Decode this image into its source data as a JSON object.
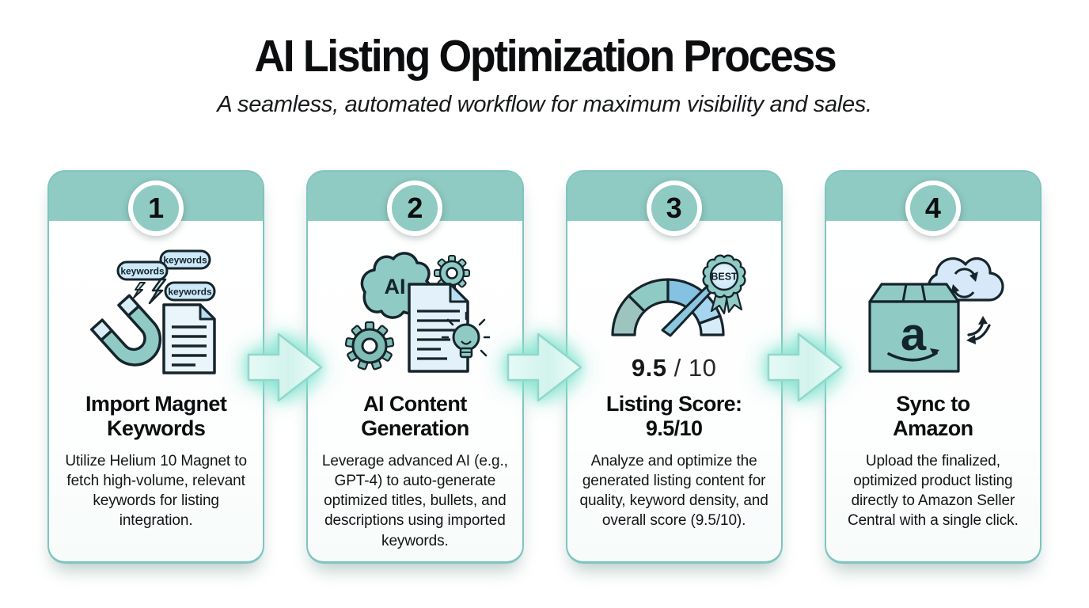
{
  "header": {
    "title": "AI Listing Optimization Process",
    "subtitle": "A seamless, automated workflow for maximum visibility and sales."
  },
  "colors": {
    "accent_teal": "#8FCAC3",
    "card_border_teal": "#7EC5BE",
    "icon_outline_dark": "#16242C",
    "icon_blue": "#84C1E2",
    "icon_light_blue": "#D9EDF9",
    "arrow_mint_glow": "#80E2CE",
    "text_black": "#0B0D0F"
  },
  "steps": [
    {
      "number": "1",
      "title_lines": [
        "Import Magnet",
        "Keywords"
      ],
      "description": "Utilize Helium 10 Magnet to fetch high-volume, relevant keywords for listing integration.",
      "keyword_labels": [
        "keywords",
        "keywords",
        "keywords"
      ]
    },
    {
      "number": "2",
      "title_lines": [
        "AI Content",
        "Generation"
      ],
      "description": "Leverage advanced AI (e.g., GPT-4) to auto-generate optimized titles, bullets, and descriptions using imported keywords.",
      "brain_label": "AI"
    },
    {
      "number": "3",
      "title_lines": [
        "Listing Score:",
        "9.5/10"
      ],
      "description": "Analyze and optimize the generated listing content for quality, keyword density, and overall score (9.5/10).",
      "score_value": "9.5",
      "score_max": " / 10",
      "badge_label": "BEST"
    },
    {
      "number": "4",
      "title_lines": [
        "Sync to",
        "Amazon"
      ],
      "description": "Upload the finalized, optimized product listing directly to Amazon Seller Central with a single click.",
      "box_label": "a"
    }
  ]
}
